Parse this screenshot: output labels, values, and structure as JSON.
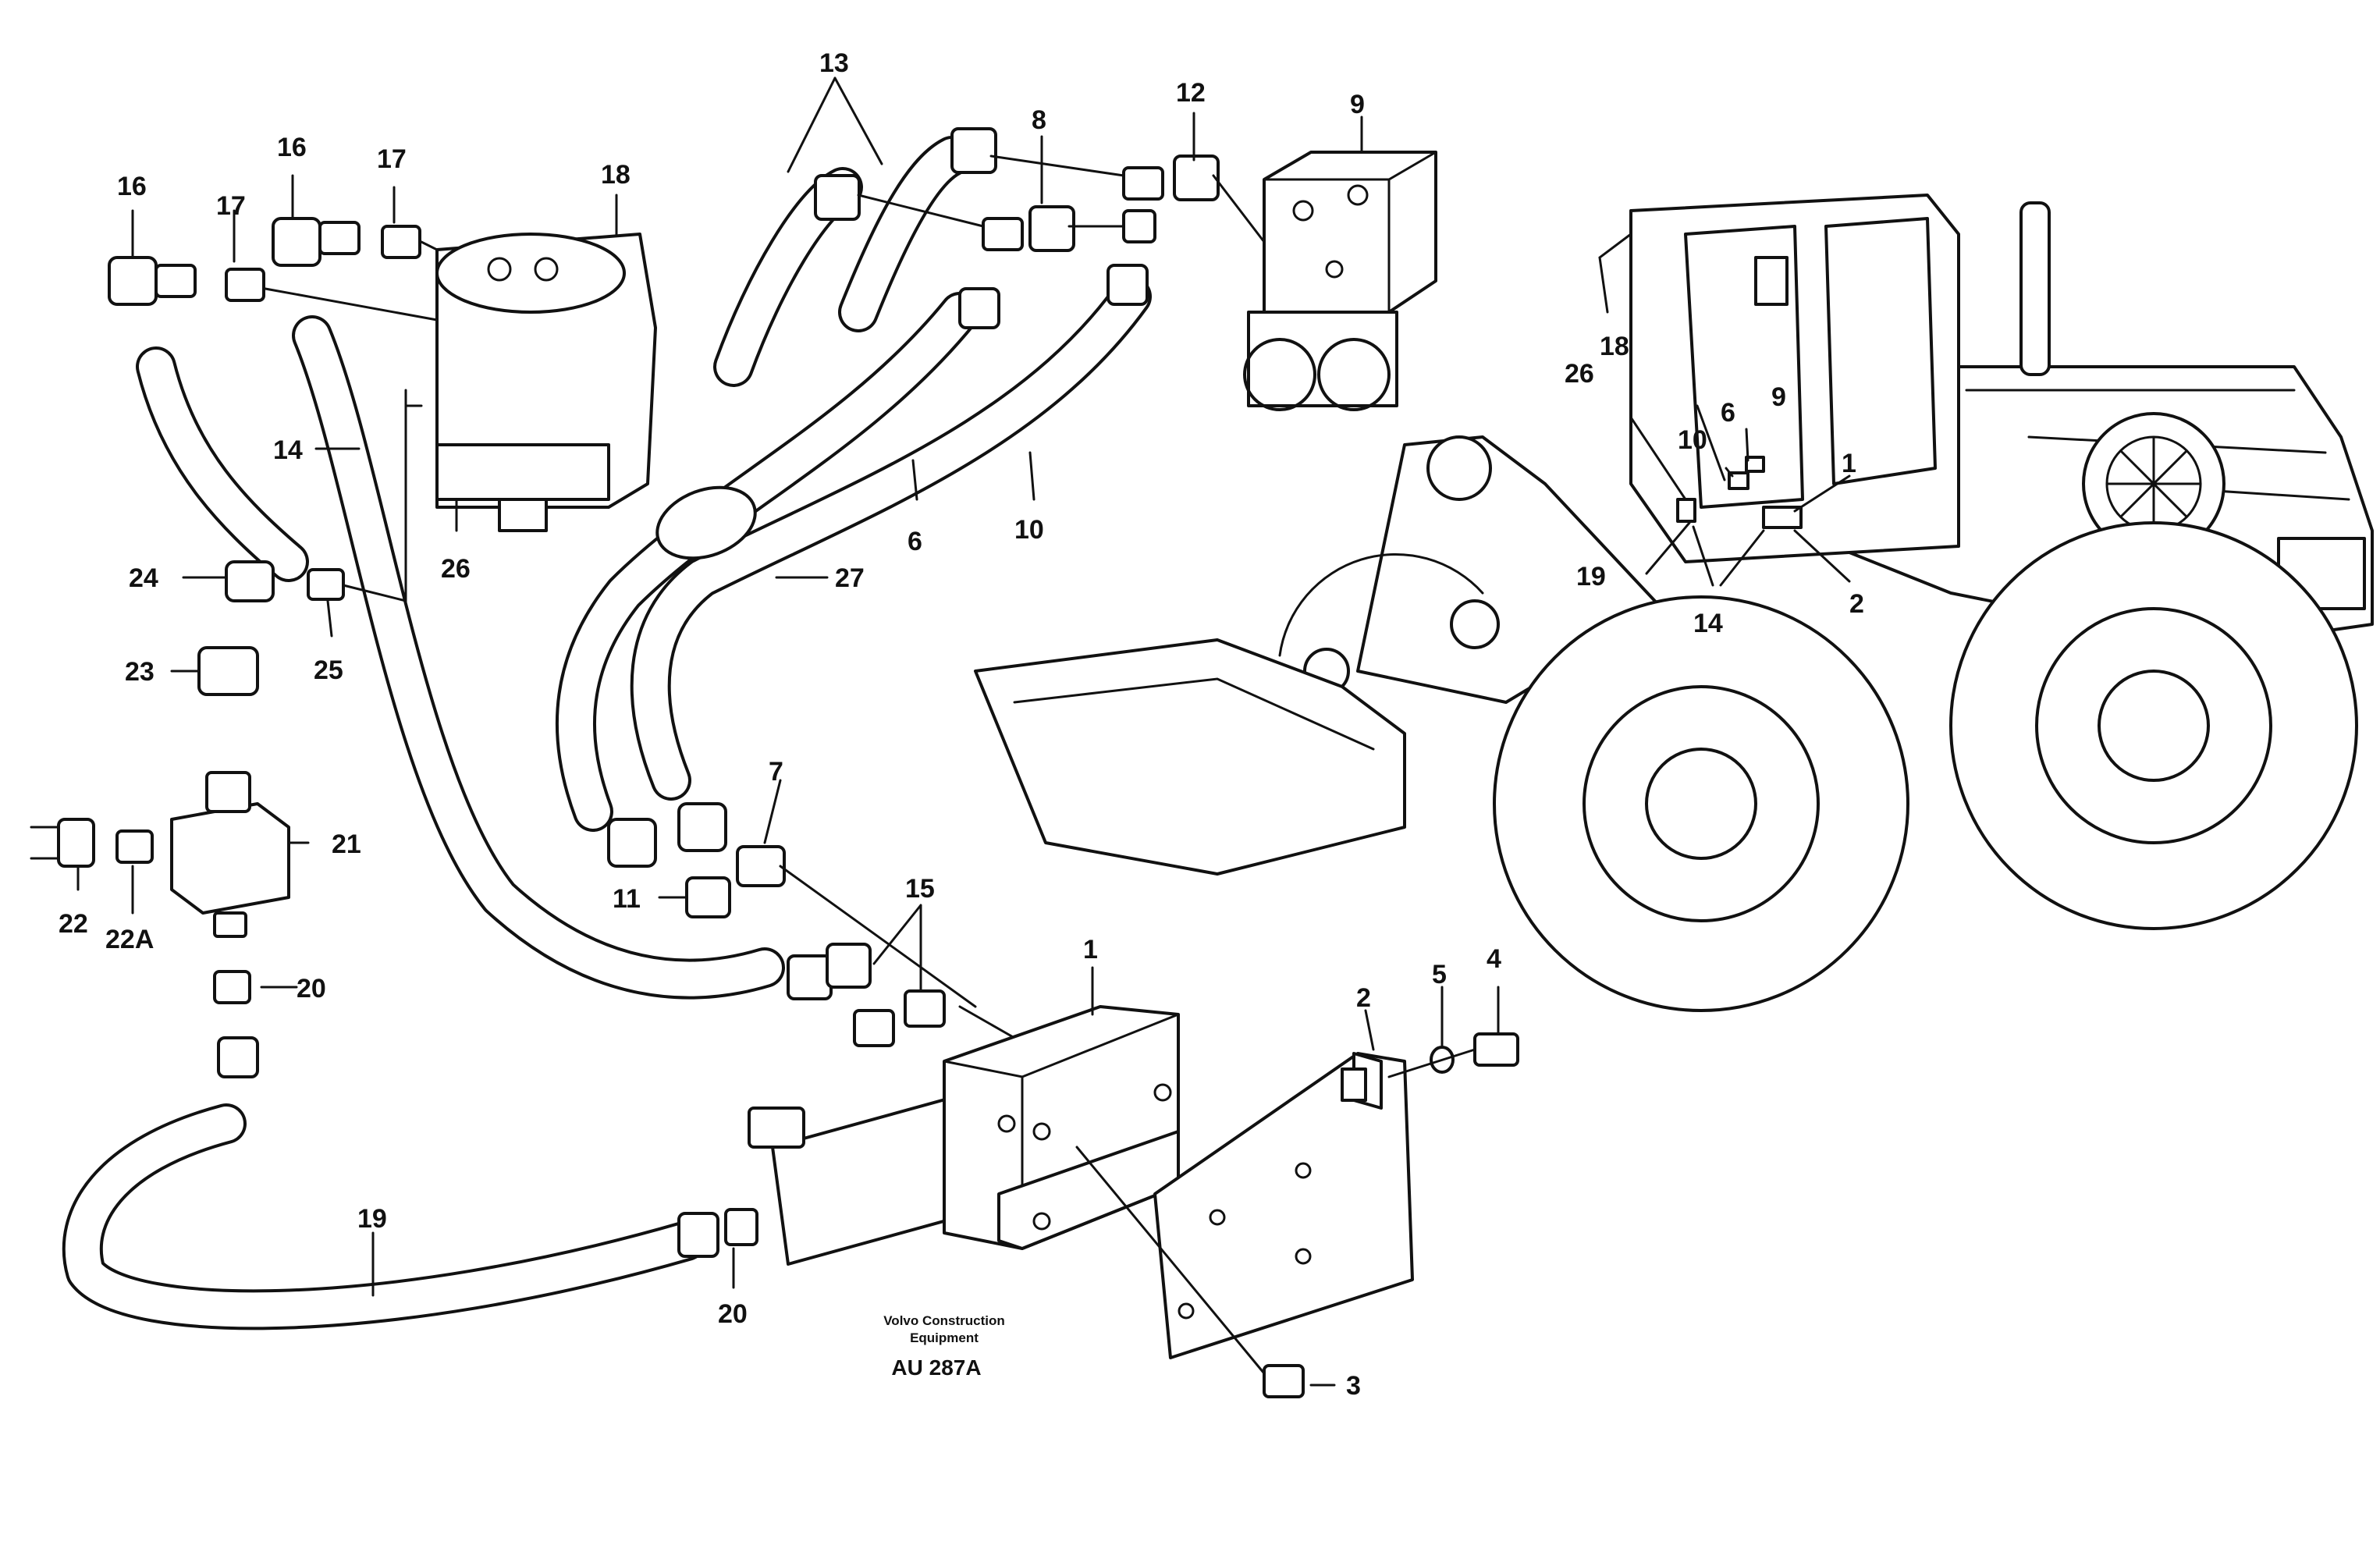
{
  "labels": {
    "l1": "1",
    "l1b": "1",
    "l2": "2",
    "l2b": "2",
    "l3": "3",
    "l4": "4",
    "l5": "5",
    "l6": "6",
    "l6b": "6",
    "l7": "7",
    "l8": "8",
    "l9": "9",
    "l9b": "9",
    "l10": "10",
    "l10b": "10",
    "l11": "11",
    "l12": "12",
    "l13": "13",
    "l14": "14",
    "l14b": "14",
    "l15": "15",
    "l16": "16",
    "l16b": "16",
    "l17": "17",
    "l17b": "17",
    "l18": "18",
    "l18b": "18",
    "l19": "19",
    "l19b": "19",
    "l20": "20",
    "l20b": "20",
    "l21": "21",
    "l22": "22",
    "l22a": "22A",
    "l23": "23",
    "l24": "24",
    "l25": "25",
    "l26": "26",
    "l26b": "26",
    "l27": "27"
  },
  "caption": {
    "line1": "Volvo Construction",
    "line2": "Equipment",
    "code": "AU 287A"
  }
}
